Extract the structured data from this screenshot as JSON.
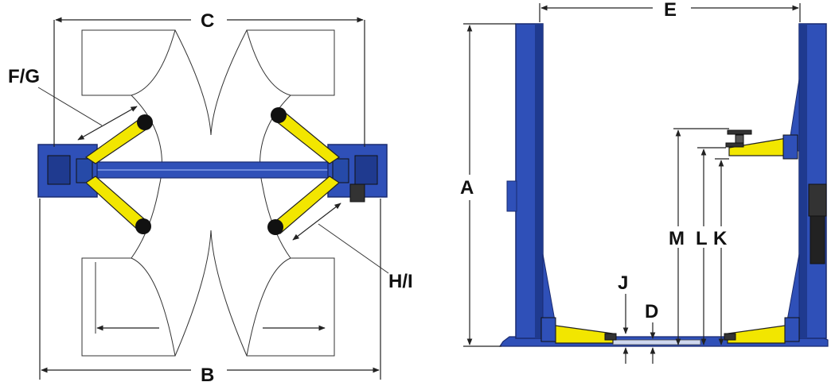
{
  "labels": {
    "A": "A",
    "B": "B",
    "C": "C",
    "D": "D",
    "E": "E",
    "FG": "F/G",
    "HI": "H/I",
    "J": "J",
    "K": "K",
    "L": "L",
    "M": "M"
  },
  "colors": {
    "column_blue": "#2f50b8",
    "column_blue_dark": "#1f3a8f",
    "arm_yellow": "#f2e600",
    "pad_black": "#111111",
    "outline": "#222222"
  }
}
